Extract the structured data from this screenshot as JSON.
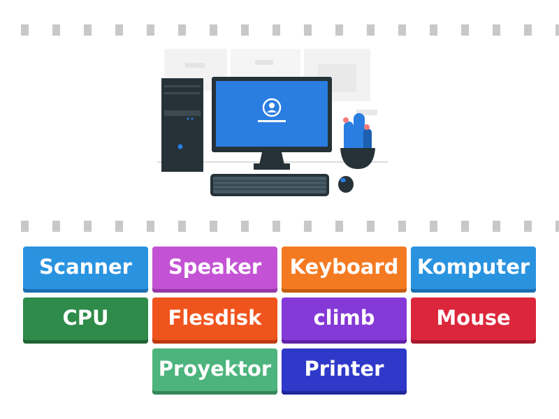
{
  "tiles": [
    {
      "label": "Scanner",
      "color": "#2a93e0",
      "shade": "#1d6fb0"
    },
    {
      "label": "Speaker",
      "color": "#c353d4",
      "shade": "#9537a6"
    },
    {
      "label": "Keyboard",
      "color": "#f47a22",
      "shade": "#c45c10"
    },
    {
      "label": "Komputer",
      "color": "#2a93e0",
      "shade": "#1d6fb0"
    },
    {
      "label": "CPU",
      "color": "#2e8b4a",
      "shade": "#1f6433"
    },
    {
      "label": "Flesdisk",
      "color": "#f0541d",
      "shade": "#bd3a0e"
    },
    {
      "label": "climb",
      "color": "#8539d6",
      "shade": "#6124a6"
    },
    {
      "label": "Mouse",
      "color": "#dc263b",
      "shade": "#a8182a"
    },
    {
      "label": "Proyektor",
      "color": "#4cb47c",
      "shade": "#35875b"
    },
    {
      "label": "Printer",
      "color": "#2f39c9",
      "shade": "#20279a"
    }
  ],
  "illustration": {
    "screen_color": "#2a7de1",
    "case_color": "#263238",
    "plant_color": "#2a7de1"
  }
}
